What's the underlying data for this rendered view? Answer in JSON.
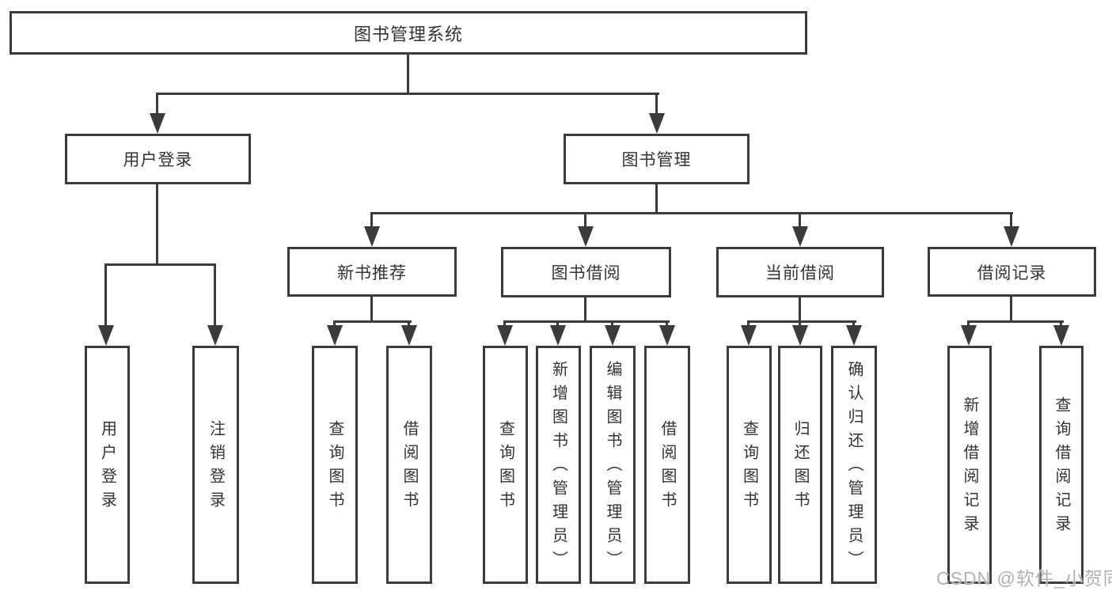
{
  "title": "图书管理系统",
  "watermark": "CSDN @软件_小贺同学",
  "level2": [
    {
      "label": "用户登录"
    },
    {
      "label": "图书管理"
    }
  ],
  "level3": [
    {
      "label": "新书推荐"
    },
    {
      "label": "图书借阅"
    },
    {
      "label": "当前借阅"
    },
    {
      "label": "借阅记录"
    }
  ],
  "leaves": {
    "user": [
      "用户登录",
      "注销登录"
    ],
    "recommend": [
      "查询图书",
      "借阅图书"
    ],
    "borrow": [
      "查询图书",
      "新增图书（管理员）",
      "编辑图书（管理员）",
      "借阅图书"
    ],
    "current": [
      "查询图书",
      "归还图书",
      "确认归还（管理员）"
    ],
    "records": [
      "新增借阅记录",
      "查询借阅记录"
    ]
  },
  "colors": {
    "line": "#3b3b3b",
    "text": "#333333",
    "watermark": "#b3b0b0",
    "background": "#ffffff"
  }
}
